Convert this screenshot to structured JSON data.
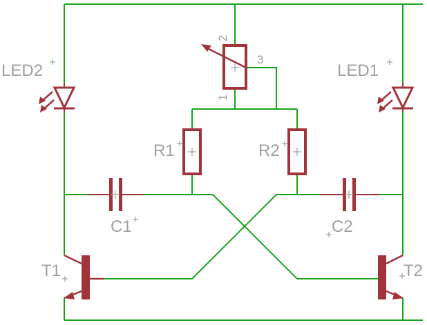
{
  "colors": {
    "wire": "#1aa31a",
    "component": "#a0343a",
    "label": "#a0a0a0",
    "background": "#ffffff"
  },
  "labels": {
    "led2": "LED2",
    "led1": "LED1",
    "r1": "R1",
    "r2": "R2",
    "c1": "C1",
    "c2": "C2",
    "t1": "T1",
    "t2": "T2"
  },
  "potentiometer": {
    "pin_wiper": "2",
    "pin_right": "3",
    "pin_bottom": "1"
  }
}
